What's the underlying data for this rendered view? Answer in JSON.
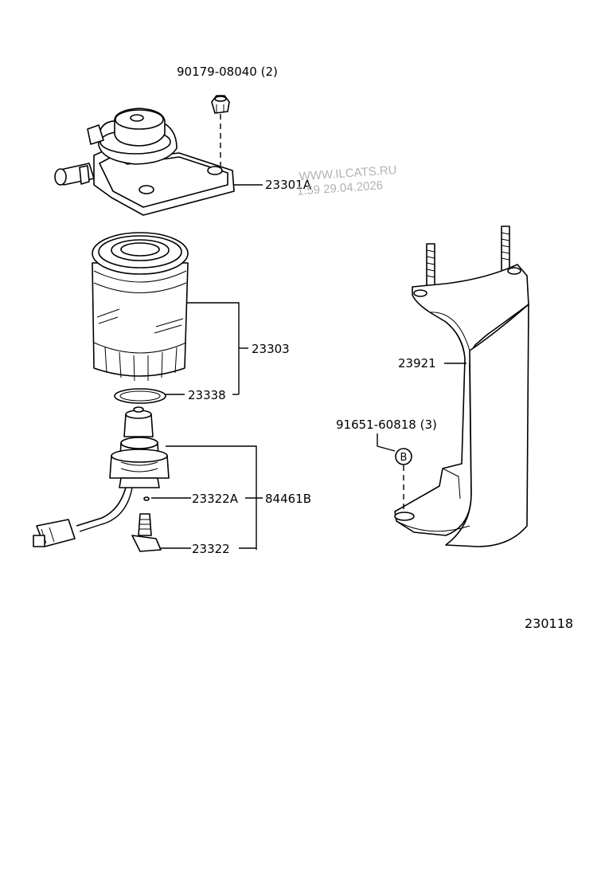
{
  "labels": {
    "bolt": "90179-08040 (2)",
    "bracket_bolt": "91651-60818 (3)",
    "filter_head": "23301A",
    "filter_cartridge": "23303",
    "o_ring": "23338",
    "sensor_plug": "23322A",
    "sensor_assy": "84461B",
    "sensor": "23322",
    "bracket": "23921",
    "ref_mark": "B"
  },
  "watermark": {
    "site": "WWW.ILCATS.RU",
    "stamp": "1:59 29.04.2026"
  },
  "diagram_number": "230118"
}
